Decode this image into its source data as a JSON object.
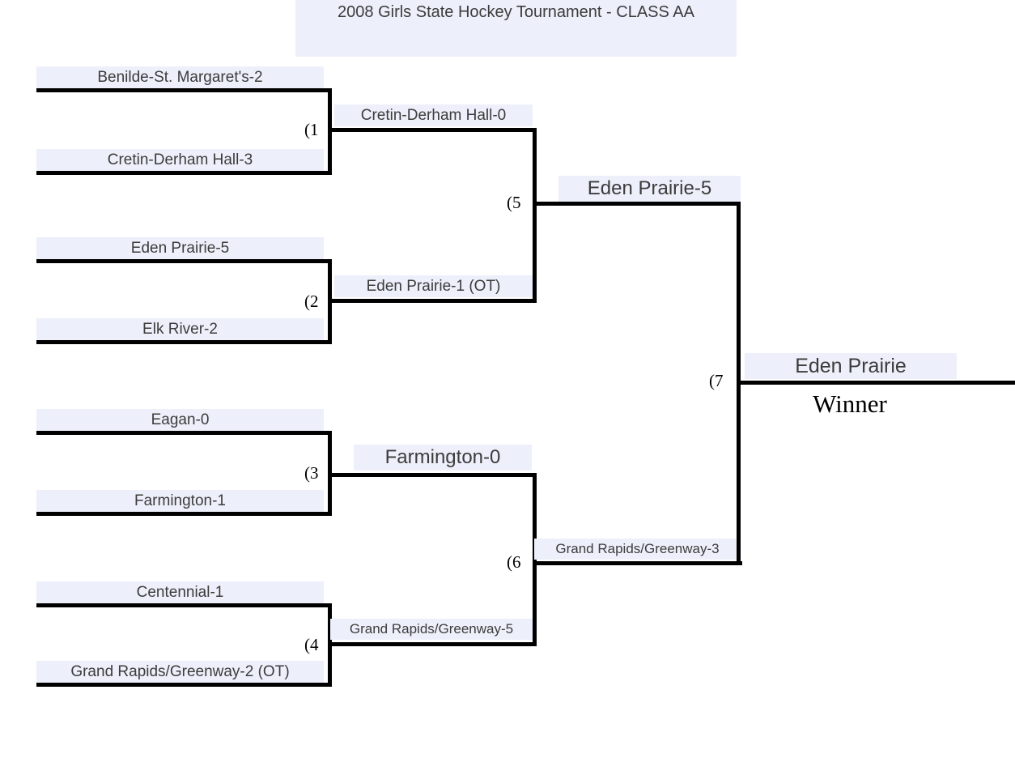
{
  "title": "2008 Girls State Hockey Tournament - CLASS AA",
  "bracket": {
    "round1": [
      {
        "game": "(1",
        "top": "Benilde-St. Margaret's-2",
        "bottom": "Cretin-Derham Hall-3"
      },
      {
        "game": "(2",
        "top": "Eden Prairie-5",
        "bottom": "Elk River-2"
      },
      {
        "game": "(3",
        "top": "Eagan-0",
        "bottom": "Farmington-1"
      },
      {
        "game": "(4",
        "top": "Centennial-1",
        "bottom": "Grand Rapids/Greenway-2 (OT)"
      }
    ],
    "semifinals": [
      {
        "game": "(5",
        "top": "Cretin-Derham Hall-0",
        "bottom": "Eden Prairie-1 (OT)"
      },
      {
        "game": "(6",
        "top": "Farmington-0",
        "bottom": "Grand Rapids/Greenway-5"
      }
    ],
    "final": {
      "game": "(7",
      "top": "Eden Prairie-5",
      "bottom": "Grand Rapids/Greenway-3"
    },
    "champion": {
      "name": "Eden Prairie",
      "label": "Winner"
    }
  },
  "colors": {
    "label_bg": "#edf0fa",
    "line": "#000000"
  }
}
